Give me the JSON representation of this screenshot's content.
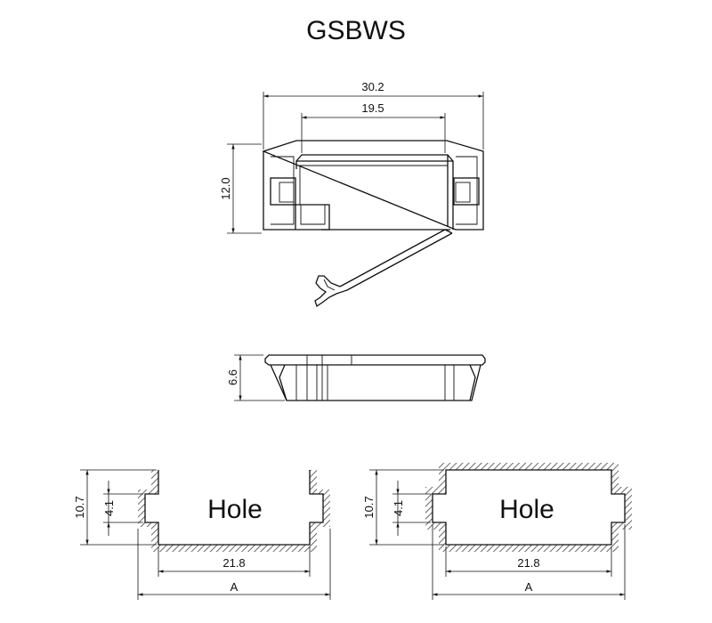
{
  "title": "GSBWS",
  "top_view": {
    "overall_width": "30.2",
    "inner_width": "19.5",
    "height": "12.0"
  },
  "side_view": {
    "thickness": "6.6"
  },
  "hole_left": {
    "label": "Hole",
    "height": "10.7",
    "tab_width": "4.1",
    "inner_width": "21.8",
    "overall": "A"
  },
  "hole_right": {
    "label": "Hole",
    "height": "10.7",
    "tab_width": "4.1",
    "inner_width": "21.8",
    "overall": "A"
  }
}
